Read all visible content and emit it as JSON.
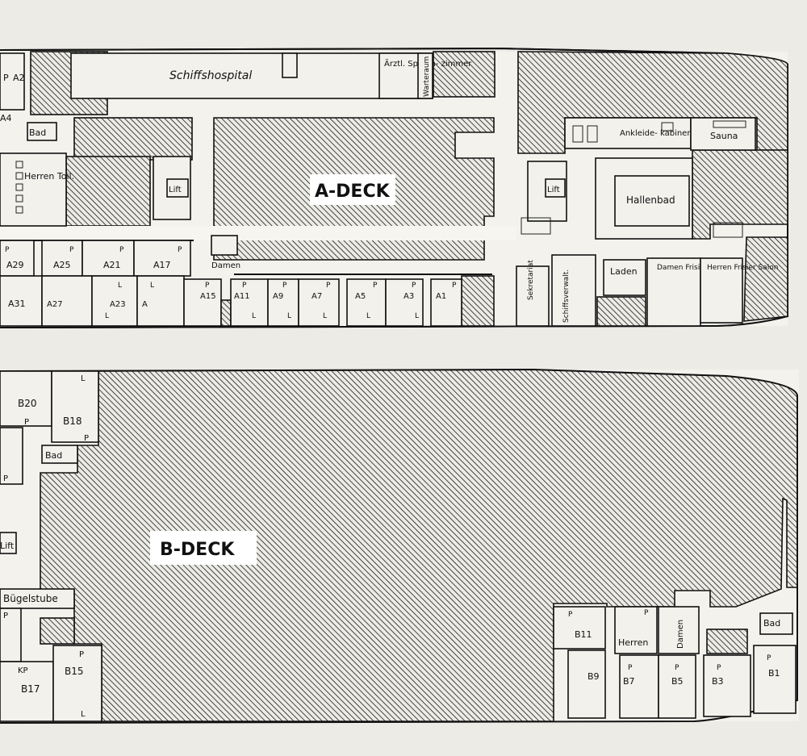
{
  "a_deck": {
    "title": "A-DECK",
    "rooms": {
      "hospital": "Schiffshospital",
      "doctor": "Ärztl. Sprech- zimmer",
      "waiting": "Warteraum",
      "sauna": "Sauna",
      "changing": "Ankleide- kabinen",
      "pool": "Hallenbad",
      "lift_fwd": "Lift",
      "lift_aft": "Lift",
      "bath": "Bad",
      "gents_wc": "Herren Toil.",
      "ladies_wc": "Damen",
      "secretariat": "Sekretariat",
      "purser": "Schiffsverwalt.",
      "shop": "Laden",
      "ladies_salon": "Damen Frisier- Salon",
      "gents_salon": "Herren Frisier Salon"
    },
    "cabins": [
      "A1",
      "A3",
      "A5",
      "A7",
      "A9",
      "A11",
      "A15",
      "A17",
      "A21",
      "A23",
      "A25",
      "A27",
      "A29",
      "A31",
      "A4",
      "A2"
    ],
    "markers": [
      "P",
      "L",
      "A"
    ]
  },
  "b_deck": {
    "title": "B-DECK",
    "rooms": {
      "bath_fwd": "Bad",
      "bath_aft": "Bad",
      "lift": "Lift",
      "ironing": "Bügelstube",
      "gents": "Herren",
      "ladies": "Damen"
    },
    "cabins": [
      "B1",
      "B3",
      "B5",
      "B7",
      "B9",
      "B11",
      "B15",
      "B17",
      "B18",
      "B20"
    ],
    "markers": [
      "P",
      "L",
      "KP"
    ]
  }
}
